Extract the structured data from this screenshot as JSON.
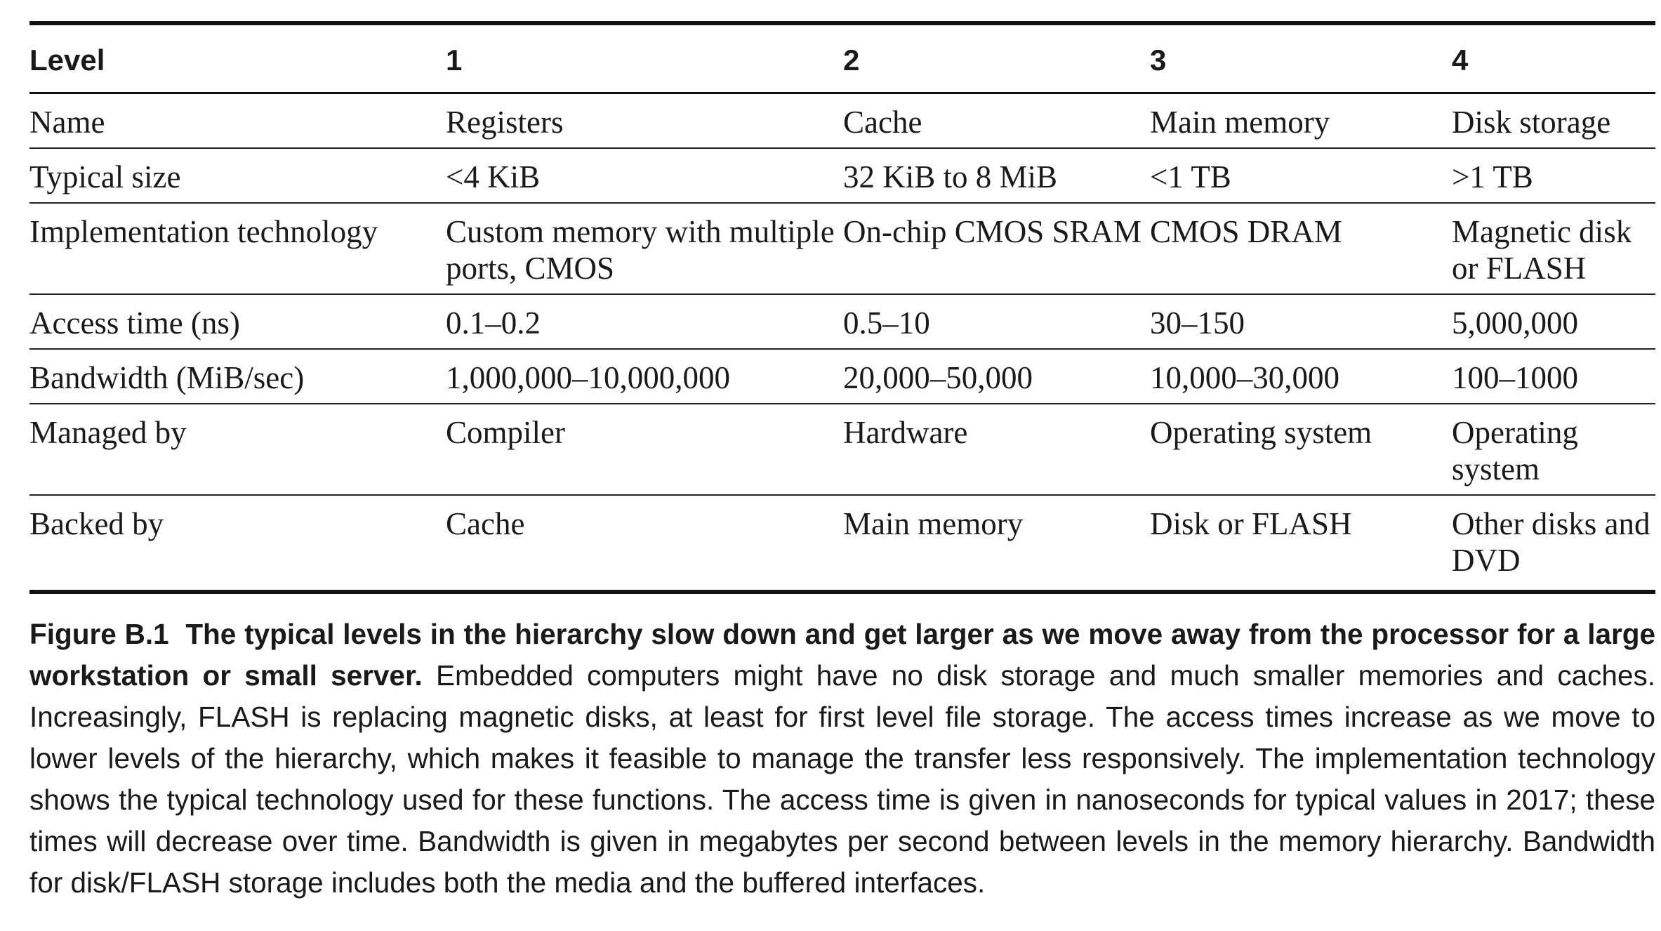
{
  "table": {
    "header": [
      "Level",
      "1",
      "2",
      "3",
      "4"
    ],
    "rows": [
      [
        "Name",
        "Registers",
        "Cache",
        "Main memory",
        "Disk storage"
      ],
      [
        "Typical size",
        "<4 KiB",
        "32 KiB to 8 MiB",
        "<1 TB",
        ">1 TB"
      ],
      [
        "Implementation technology",
        "Custom memory with multiple ports, CMOS",
        "On-chip CMOS SRAM",
        "CMOS DRAM",
        "Magnetic disk or FLASH"
      ],
      [
        "Access time (ns)",
        "0.1–0.2",
        "0.5–10",
        "30–150",
        "5,000,000"
      ],
      [
        "Bandwidth (MiB/sec)",
        "1,000,000–10,000,000",
        "20,000–50,000",
        "10,000–30,000",
        "100–1000"
      ],
      [
        "Managed by",
        "Compiler",
        "Hardware",
        "Operating system",
        "Operating system"
      ],
      [
        "Backed by",
        "Cache",
        "Main memory",
        "Disk or FLASH",
        "Other disks and DVD"
      ]
    ]
  },
  "caption": {
    "label": "Figure B.1",
    "lead": "The typical levels in the hierarchy slow down and get larger as we move away from the processor for a large workstation or small server.",
    "body": "Embedded computers might have no disk storage and much smaller memories and caches. Increasingly, FLASH is replacing magnetic disks, at least for first level file storage. The access times increase as we move to lower levels of the hierarchy, which makes it feasible to manage the transfer less responsively. The implementation technology shows the typical technology used for these functions. The access time is given in nanoseconds for typical values in 2017; these times will decrease over time. Bandwidth is given in megabytes per second between levels in the memory hierarchy. Bandwidth for disk/FLASH storage includes both the media and the buffered interfaces."
  }
}
